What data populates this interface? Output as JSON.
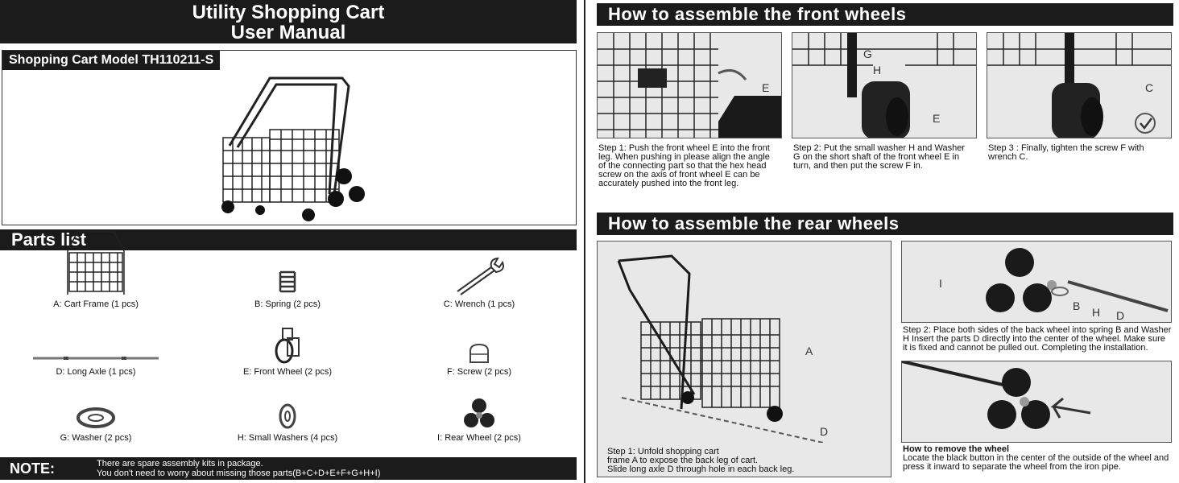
{
  "manual": {
    "title_line1": "Utility Shopping Cart",
    "title_line2": "User Manual",
    "model_label": "Shopping Cart Model TH110211-S"
  },
  "parts": {
    "heading": "Parts list",
    "items": [
      {
        "label": "A: Cart Frame (1 pcs)",
        "icon": "cart-frame-icon"
      },
      {
        "label": "B: Spring (2 pcs)",
        "icon": "spring-icon"
      },
      {
        "label": "C: Wrench (1 pcs)",
        "icon": "wrench-icon"
      },
      {
        "label": "D: Long Axle (1 pcs)",
        "icon": "axle-icon"
      },
      {
        "label": "E: Front Wheel (2 pcs)",
        "icon": "front-wheel-icon"
      },
      {
        "label": "F: Screw (2 pcs)",
        "icon": "screw-icon"
      },
      {
        "label": "G: Washer (2 pcs)",
        "icon": "washer-icon"
      },
      {
        "label": "H: Small Washers (4 pcs)",
        "icon": "small-washer-icon"
      },
      {
        "label": "I: Rear Wheel (2 pcs)",
        "icon": "rear-wheel-icon"
      }
    ]
  },
  "note": {
    "label": "NOTE:",
    "line1": "There are spare assembly kits in package.",
    "line2": "You don't need to worry about missing those parts(B+C+D+E+F+G+H+I)"
  },
  "front": {
    "heading": "How to assemble the front wheels",
    "steps": [
      {
        "text": "Step 1: Push the front wheel E into the front leg. When pushing in please align the angle of the connecting part so that the hex head screw on the axis of front wheel E can be accurately pushed into the front leg.",
        "label": "E"
      },
      {
        "text": "Step 2: Put the small washer H and Washer G on the short shaft of the front wheel E in turn, and then put the screw F in.",
        "label": "E",
        "label2": "G",
        "label3": "H"
      },
      {
        "text": "Step 3 : Finally, tighten the screw F with wrench C.",
        "label": "C"
      }
    ]
  },
  "rear": {
    "heading": "How to assemble the rear wheels",
    "step1": {
      "text1": "Step 1: Unfold shopping cart",
      "text2": "frame A to expose the back leg of cart.",
      "text3": "Slide long axle D through hole in each back leg.",
      "label_a": "A",
      "label_d": "D"
    },
    "step2": {
      "text": "Step 2: Place both sides of the back wheel into spring B and Washer H Insert the parts D directly into the center of the wheel. Make sure it is fixed and cannot be pulled out. Completing the installation.",
      "label_i": "I",
      "label_b": "B",
      "label_h": "H",
      "label_d": "D"
    },
    "remove": {
      "title": "How to remove the wheel",
      "text": "Locate the black button in the center of the outside of the wheel and press it inward to separate the wheel from the iron pipe."
    }
  }
}
